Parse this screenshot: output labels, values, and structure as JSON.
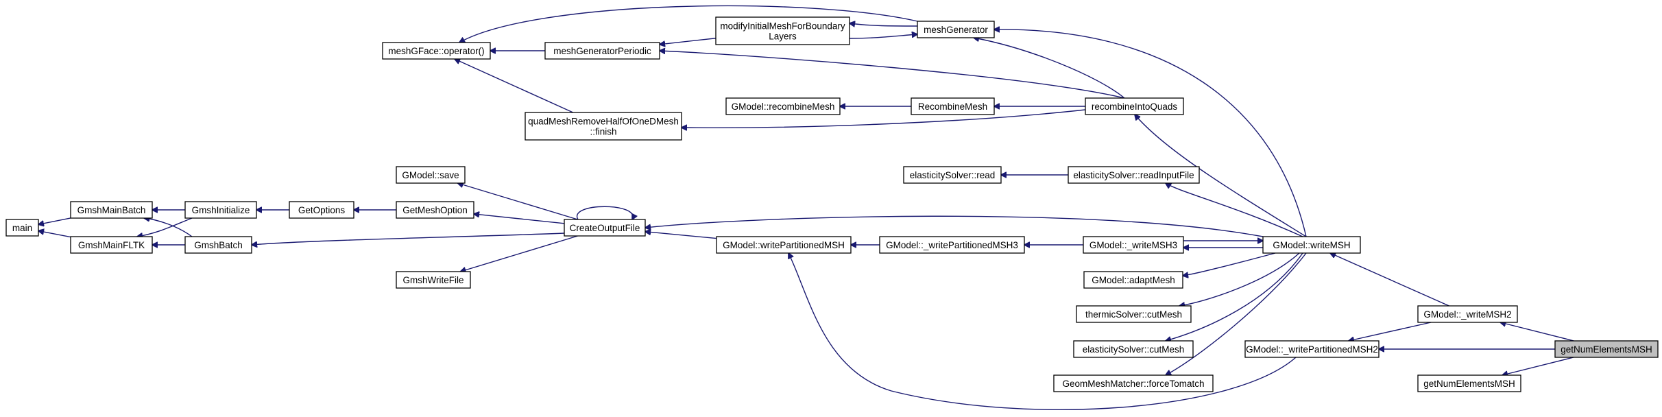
{
  "nodes": {
    "main": [
      "main"
    ],
    "gmshMainBatch": [
      "GmshMainBatch"
    ],
    "gmshMainFLTK": [
      "GmshMainFLTK"
    ],
    "gmshInitialize": [
      "GmshInitialize"
    ],
    "gmshBatch": [
      "GmshBatch"
    ],
    "getOptions": [
      "GetOptions"
    ],
    "getMeshOption": [
      "GetMeshOption"
    ],
    "gmodelSave": [
      "GModel::save"
    ],
    "gmshWriteFile": [
      "GmshWriteFile"
    ],
    "createOutputFile": [
      "CreateOutputFile"
    ],
    "meshGFaceOperator": [
      "meshGFace::operator()"
    ],
    "meshGeneratorPeriodic": [
      "meshGeneratorPeriodic"
    ],
    "modifyInitialMesh": [
      "modifyInitialMeshForBoundary",
      "Layers"
    ],
    "meshGenerator": [
      "meshGenerator"
    ],
    "quadMeshRemove": [
      "quadMeshRemoveHalfOfOneDMesh",
      "::finish"
    ],
    "gmodelRecombineMesh": [
      "GModel::recombineMesh"
    ],
    "recombineMesh": [
      "RecombineMesh"
    ],
    "recombineIntoQuads": [
      "recombineIntoQuads"
    ],
    "elasticityRead": [
      "elasticitySolver::read"
    ],
    "elasticityReadInputFile": [
      "elasticitySolver::readInputFile"
    ],
    "gmodelWritePartitionedMSH": [
      "GModel::writePartitionedMSH"
    ],
    "gmodelWritePartitionedMSH3": [
      "GModel::_writePartitionedMSH3"
    ],
    "gmodelWriteMSH3": [
      "GModel::_writeMSH3"
    ],
    "gmodelAdaptMesh": [
      "GModel::adaptMesh"
    ],
    "thermicCutMesh": [
      "thermicSolver::cutMesh"
    ],
    "elasticityCutMesh": [
      "elasticitySolver::cutMesh"
    ],
    "geomMeshMatcher": [
      "GeomMeshMatcher::forceTomatch"
    ],
    "gmodelWriteMSH": [
      "GModel::writeMSH"
    ],
    "gmodelWriteMSH2": [
      "GModel::_writeMSH2"
    ],
    "gmodelWritePartitionedMSH2": [
      "GModel::_writePartitionedMSH2"
    ],
    "getNumElementsMSH": [
      "getNumElementsMSH"
    ],
    "getNumElementsMSH2": [
      "getNumElementsMSH"
    ]
  },
  "edges": [
    [
      "gmshMainBatch",
      "main"
    ],
    [
      "gmshMainFLTK",
      "main"
    ],
    [
      "gmshInitialize",
      "gmshMainBatch"
    ],
    [
      "gmshInitialize",
      "gmshMainFLTK"
    ],
    [
      "gmshBatch",
      "gmshMainBatch"
    ],
    [
      "gmshBatch",
      "gmshMainFLTK"
    ],
    [
      "getOptions",
      "gmshInitialize"
    ],
    [
      "getMeshOption",
      "getOptions"
    ],
    [
      "createOutputFile",
      "gmodelSave"
    ],
    [
      "createOutputFile",
      "getMeshOption"
    ],
    [
      "createOutputFile",
      "gmshBatch"
    ],
    [
      "createOutputFile",
      "gmshWriteFile"
    ],
    [
      "createOutputFile",
      "createOutputFile"
    ],
    [
      "meshGeneratorPeriodic",
      "meshGFaceOperator"
    ],
    [
      "modifyInitialMesh",
      "meshGeneratorPeriodic"
    ],
    [
      "modifyInitialMesh",
      "meshGenerator"
    ],
    [
      "meshGenerator",
      "modifyInitialMesh"
    ],
    [
      "meshGenerator",
      "meshGFaceOperator"
    ],
    [
      "quadMeshRemove",
      "meshGFaceOperator"
    ],
    [
      "recombineMesh",
      "gmodelRecombineMesh"
    ],
    [
      "recombineIntoQuads",
      "meshGenerator"
    ],
    [
      "recombineIntoQuads",
      "meshGeneratorPeriodic"
    ],
    [
      "recombineIntoQuads",
      "recombineMesh"
    ],
    [
      "recombineIntoQuads",
      "quadMeshRemove"
    ],
    [
      "elasticityReadInputFile",
      "elasticityRead"
    ],
    [
      "gmodelWritePartitionedMSH",
      "createOutputFile"
    ],
    [
      "gmodelWritePartitionedMSH3",
      "gmodelWritePartitionedMSH"
    ],
    [
      "gmodelWriteMSH3",
      "gmodelWritePartitionedMSH3"
    ],
    [
      "gmodelWriteMSH",
      "meshGenerator"
    ],
    [
      "gmodelWriteMSH",
      "recombineIntoQuads"
    ],
    [
      "gmodelWriteMSH",
      "elasticityReadInputFile"
    ],
    [
      "gmodelWriteMSH",
      "createOutputFile"
    ],
    [
      "gmodelWriteMSH",
      "gmodelWriteMSH3"
    ],
    [
      "gmodelWriteMSH3",
      "gmodelWriteMSH"
    ],
    [
      "gmodelWriteMSH",
      "gmodelAdaptMesh"
    ],
    [
      "gmodelWriteMSH",
      "thermicCutMesh"
    ],
    [
      "gmodelWriteMSH",
      "elasticityCutMesh"
    ],
    [
      "gmodelWriteMSH",
      "geomMeshMatcher"
    ],
    [
      "gmodelWriteMSH2",
      "gmodelWriteMSH"
    ],
    [
      "gmodelWriteMSH2",
      "gmodelWritePartitionedMSH2"
    ],
    [
      "gmodelWritePartitionedMSH2",
      "gmodelWritePartitionedMSH"
    ],
    [
      "getNumElementsMSH",
      "gmodelWriteMSH2"
    ],
    [
      "getNumElementsMSH",
      "gmodelWritePartitionedMSH2"
    ],
    [
      "getNumElementsMSH",
      "getNumElementsMSH2"
    ]
  ],
  "highlighted_node": "getNumElementsMSH",
  "colors": {
    "edge": "#191970",
    "node_border": "#000000",
    "node_fill": "#ffffff",
    "highlight_fill": "#bfbfbf"
  }
}
